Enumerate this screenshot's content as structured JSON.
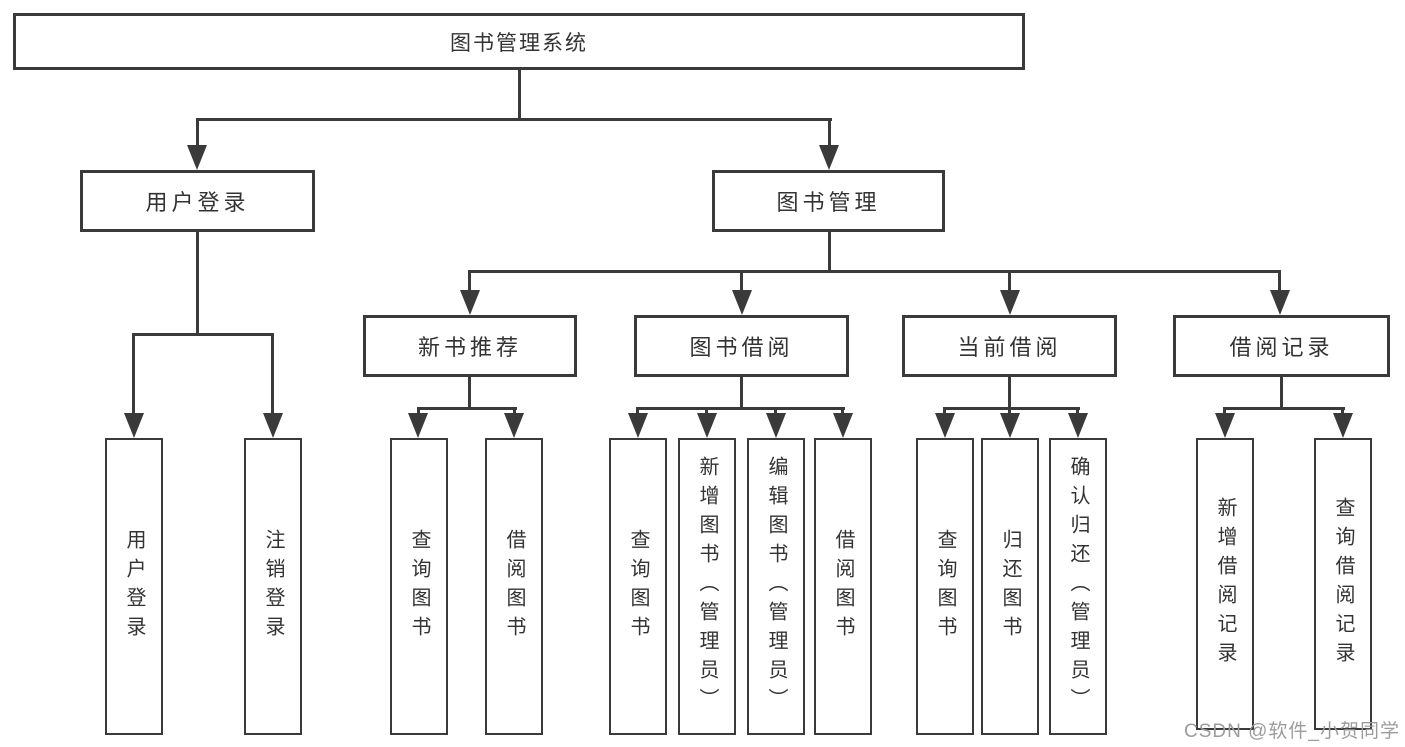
{
  "diagram": {
    "root": {
      "label": "图书管理系统"
    },
    "level2": [
      {
        "label": "用户登录"
      },
      {
        "label": "图书管理"
      }
    ],
    "level3": [
      {
        "label": "新书推荐"
      },
      {
        "label": "图书借阅"
      },
      {
        "label": "当前借阅"
      },
      {
        "label": "借阅记录"
      }
    ],
    "leaves": {
      "user": [
        {
          "label": "用户登录"
        },
        {
          "label": "注销登录"
        }
      ],
      "recommend": [
        {
          "label": "查询图书"
        },
        {
          "label": "借阅图书"
        }
      ],
      "borrow": [
        {
          "label": "查询图书"
        },
        {
          "label": "新增图书（管理员）"
        },
        {
          "label": "编辑图书（管理员）"
        },
        {
          "label": "借阅图书"
        }
      ],
      "current": [
        {
          "label": "查询图书"
        },
        {
          "label": "归还图书"
        },
        {
          "label": "确认归还（管理员）"
        }
      ],
      "records": [
        {
          "label": "新增借阅记录"
        },
        {
          "label": "查询借阅记录"
        }
      ]
    },
    "watermark": "CSDN @软件_小贺同学"
  },
  "colors": {
    "line": "#3a3a3a",
    "text": "#333333",
    "watermark": "#9c9c9c",
    "background": "#ffffff"
  }
}
